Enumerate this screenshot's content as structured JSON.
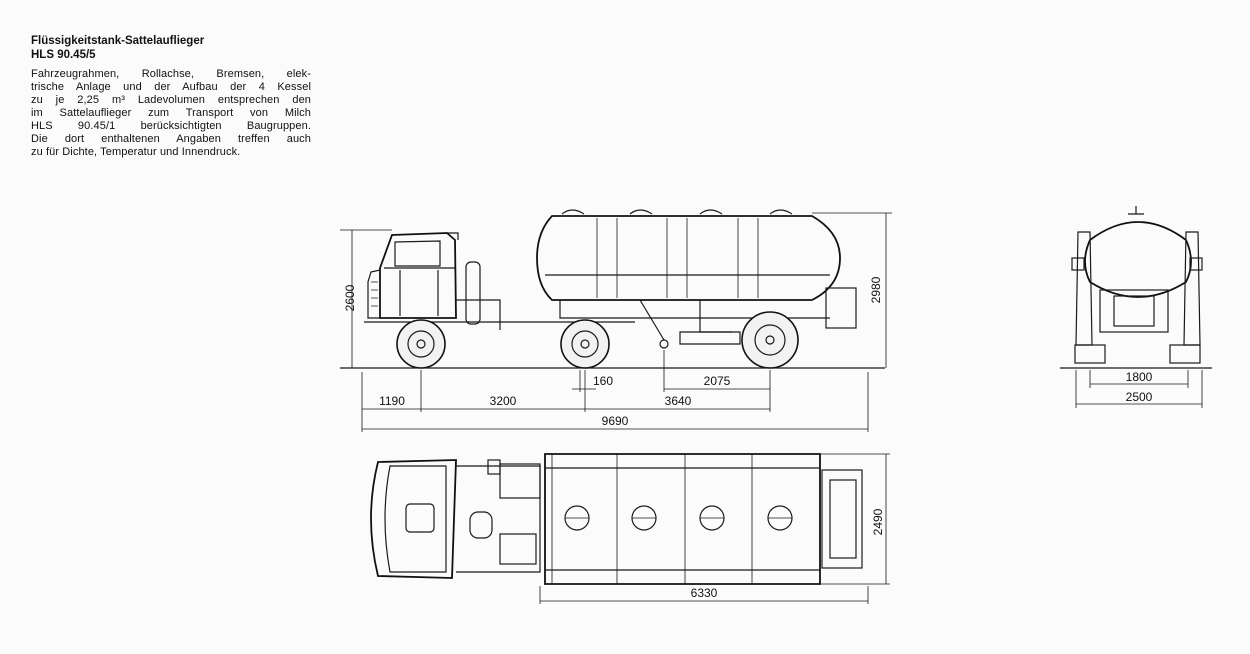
{
  "heading": {
    "title": "Flüssigkeitstank-Sattelauflieger",
    "model": "HLS 90.45/5"
  },
  "description": {
    "lines": [
      "Fahrzeugrahmen, Rollachse, Bremsen, elek-",
      "trische Anlage und der Aufbau der 4 Kessel",
      "zu je 2,25 m³ Ladevolumen entsprechen den",
      "im Sattelauflieger zum Transport von Milch",
      "HLS 90.45/1 berücksichtigten Baugruppen.",
      "Die dort enthaltenen Angaben treffen auch",
      "zu für Dichte, Temperatur und Innendruck."
    ]
  },
  "dimensions": {
    "side_height_cab": "2600",
    "side_height_total": "2980",
    "front_overhang": "1190",
    "wheelbase_tractor": "3200",
    "fifth_wheel_offset": "160",
    "kingpin_to_axle": "3640",
    "axle_spread": "2075",
    "overall_length": "9690",
    "rear_track": "1800",
    "rear_width": "2500",
    "top_width": "2490",
    "tank_length": "6330"
  }
}
